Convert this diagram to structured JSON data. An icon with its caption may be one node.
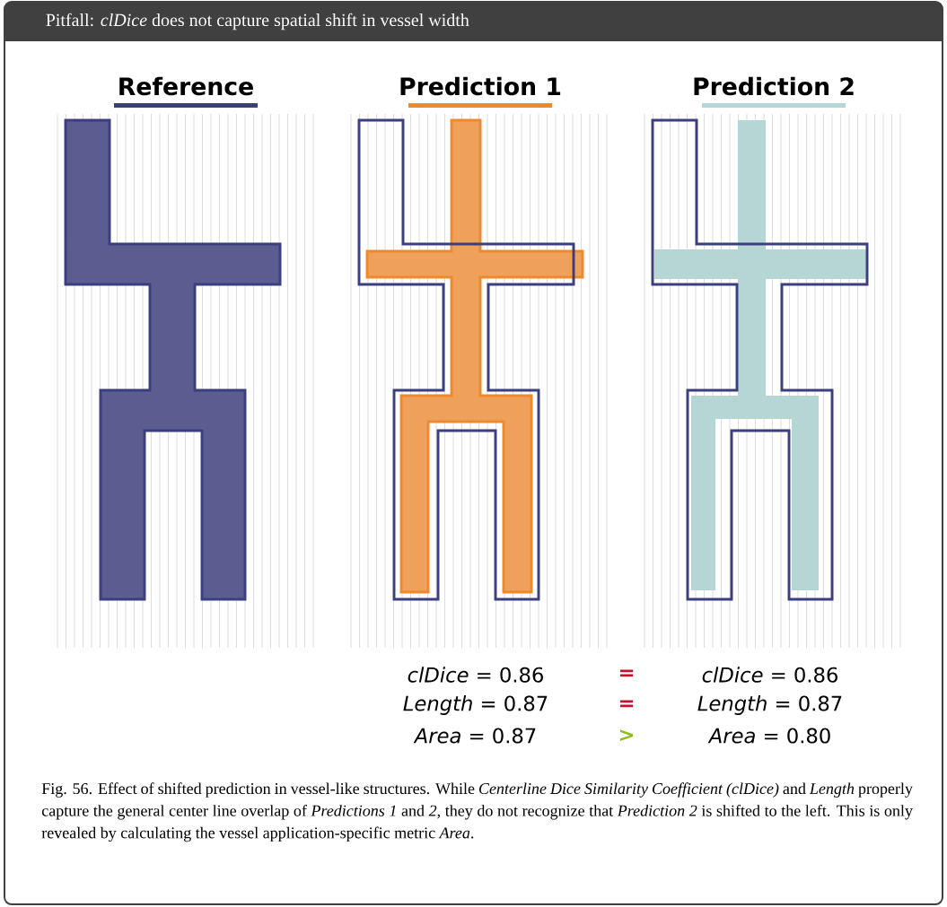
{
  "diagram": {
    "title": "Pitfall: *clDice* does not capture spatial shift in vessel width",
    "caption": "Fig. 56.  Effect of shifted prediction in vessel-like structures. While *Centerline Dice Similarity Coefficient (clDice)* and *Length* properly capture the general center line overlap of *Predictions 1* and *2*, they do not recognize that *Prediction 2* is shifted to the left. This is only revealed by calculating the vessel application-specific metric *Area*.",
    "labels": [
      "Reference",
      "Prediction 1",
      "Prediction 2",
      "*clDice* = 0.86",
      "=",
      "*clDice* = 0.86",
      "*Length* = 0.87",
      "=",
      "*Length* = 0.87",
      "*Area* = 0.87",
      ">",
      "*Area* = 0.80"
    ]
  }
}
